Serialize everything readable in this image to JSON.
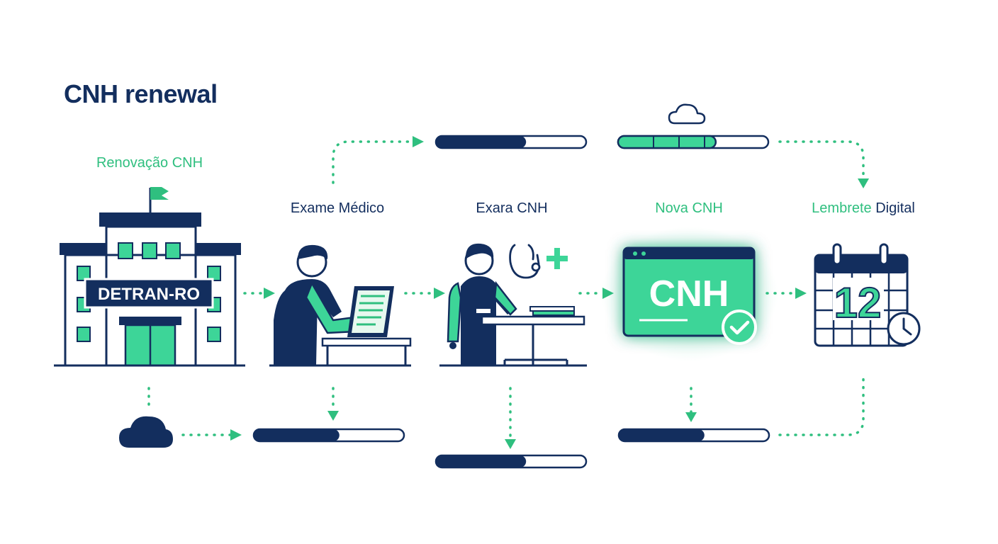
{
  "title": "CNH renewal",
  "brand_label": "Renovação CNH",
  "building_sign": "DETRAN-RO",
  "steps": [
    {
      "label": "Exame Médico"
    },
    {
      "label": "Exara CNH"
    },
    {
      "label": "Nova CNH"
    },
    {
      "label_part1": "Lembrete",
      "label_part2": " Digital"
    }
  ],
  "card_text": "CNH",
  "calendar_day": "12",
  "progress": {
    "top_left": 0.6,
    "top_right": 0.65,
    "bottom_1": 0.57,
    "bottom_2": 0.6,
    "bottom_3": 0.57
  },
  "colors": {
    "navy": "#132e5e",
    "green": "#2fbf7f",
    "light_green": "#3dd598"
  },
  "icons": [
    "building-icon",
    "flag-icon",
    "person-laptop-icon",
    "doctor-icon",
    "stethoscope-icon",
    "plus-icon",
    "id-card-icon",
    "check-icon",
    "calendar-icon",
    "clock-icon",
    "cloud-icon"
  ]
}
